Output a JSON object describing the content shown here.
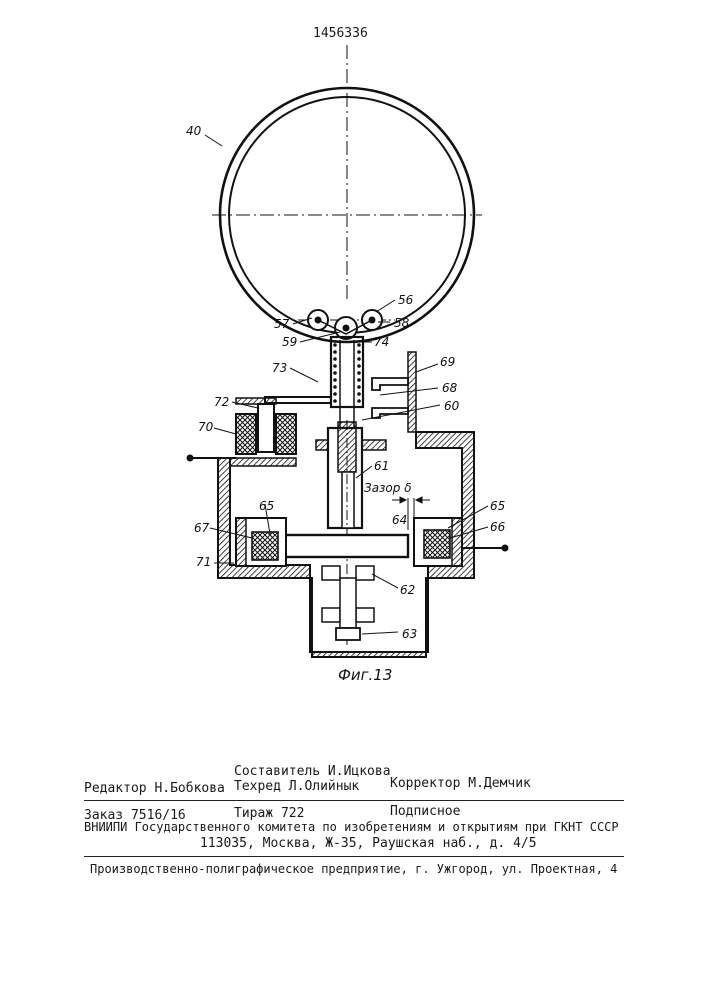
{
  "document": {
    "patent_number": "1456336",
    "figure_caption": "Фиг.13",
    "gap_label": "Зазор δ",
    "part_labels": {
      "p40": "40",
      "p56": "56",
      "p57": "57",
      "p58": "58",
      "p59": "59",
      "p60": "60",
      "p61": "61",
      "p62": "62",
      "p63": "63",
      "p64": "64",
      "p65a": "65",
      "p65b": "65",
      "p66": "66",
      "p67": "67",
      "p68": "68",
      "p69": "69",
      "p70": "70",
      "p71": "71",
      "p72": "72",
      "p73": "73",
      "p74": "74"
    }
  },
  "imprint": {
    "editor": "Редактор Н.Бобкова",
    "compiler": "Составитель И.Ицкова",
    "techred": "Техред Л.Олийнык",
    "corrector": "Корректор М.Демчик",
    "order": "Заказ 7516/16",
    "circulation": "Тираж 722",
    "subscription": "Подписное",
    "institute": "ВНИИПИ Государственного комитета по изобретениям и открытиям при ГКНТ СССР",
    "address": "113035, Москва, Ж-35, Раушская наб., д. 4/5",
    "printer": "Производственно-полиграфическое предприятие, г. Ужгород, ул. Проектная, 4"
  }
}
